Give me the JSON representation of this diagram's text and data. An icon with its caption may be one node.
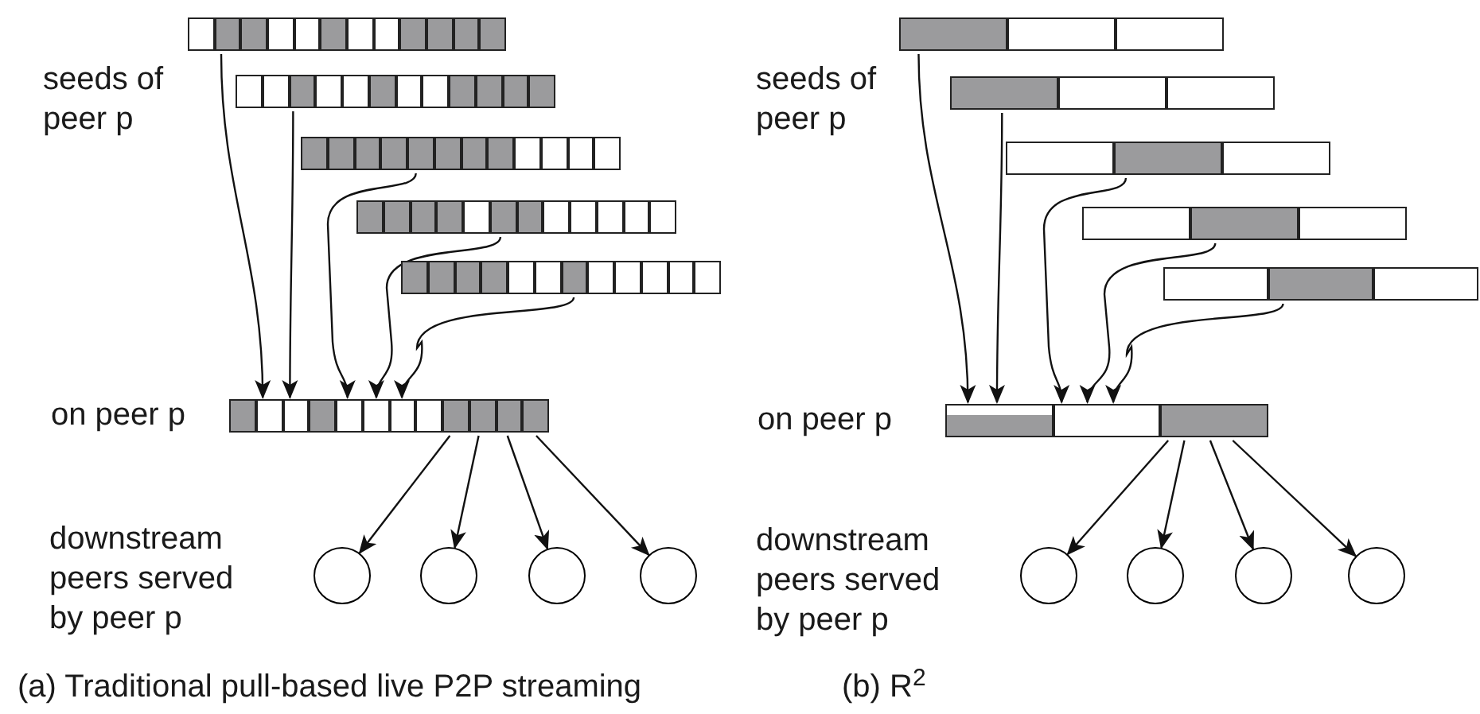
{
  "diagram": {
    "nodes": [
      {
        "text": [],
        "shape": "bar"
      },
      {
        "text": [],
        "shape": "bar"
      },
      {
        "text": [],
        "shape": "bar"
      },
      {
        "text": [],
        "shape": "bar"
      },
      {
        "text": [],
        "shape": "bar"
      },
      {
        "text": [],
        "shape": "bar"
      },
      {
        "text": [],
        "shape": "circle"
      },
      {
        "text": [],
        "shape": "circle"
      },
      {
        "text": [],
        "shape": "circle"
      },
      {
        "text": [],
        "shape": "circle"
      },
      {
        "text": [],
        "shape": "bar"
      },
      {
        "text": [],
        "shape": "bar"
      },
      {
        "text": [],
        "shape": "bar"
      },
      {
        "text": [],
        "shape": "bar"
      },
      {
        "text": [],
        "shape": "bar"
      },
      {
        "text": [],
        "shape": "bar"
      },
      {
        "text": [],
        "shape": "circle"
      },
      {
        "text": [],
        "shape": "circle"
      },
      {
        "text": [],
        "shape": "circle"
      },
      {
        "text": [],
        "shape": "circle"
      }
    ],
    "edges": [
      {
        "from": 0,
        "to": 5,
        "arrow": "to"
      },
      {
        "from": 1,
        "to": 5,
        "arrow": "to"
      },
      {
        "from": 2,
        "to": 5,
        "arrow": "to"
      },
      {
        "from": 3,
        "to": 5,
        "arrow": "to"
      },
      {
        "from": 4,
        "to": 5,
        "arrow": "to"
      },
      {
        "from": 5,
        "to": 6,
        "arrow": "to"
      },
      {
        "from": 5,
        "to": 7,
        "arrow": "to"
      },
      {
        "from": 5,
        "to": 8,
        "arrow": "to"
      },
      {
        "from": 5,
        "to": 9,
        "arrow": "to"
      },
      {
        "from": 10,
        "to": 15,
        "arrow": "to"
      },
      {
        "from": 11,
        "to": 15,
        "arrow": "to"
      },
      {
        "from": 12,
        "to": 15,
        "arrow": "to"
      },
      {
        "from": 13,
        "to": 15,
        "arrow": "to"
      },
      {
        "from": 14,
        "to": 15,
        "arrow": "to"
      },
      {
        "from": 15,
        "to": 16,
        "arrow": "to"
      },
      {
        "from": 15,
        "to": 17,
        "arrow": "to"
      },
      {
        "from": 15,
        "to": 18,
        "arrow": "to"
      },
      {
        "from": 15,
        "to": 19,
        "arrow": "to"
      }
    ],
    "labels": [
      "seeds of peer p",
      "seeds of peer p",
      "on peer p",
      "on peer p",
      "downstream peers served by peer p",
      "downstream peers served by peer p",
      "(a) Traditional pull-based live P2P streaming",
      "(b) R$^{2}$"
    ]
  }
}
